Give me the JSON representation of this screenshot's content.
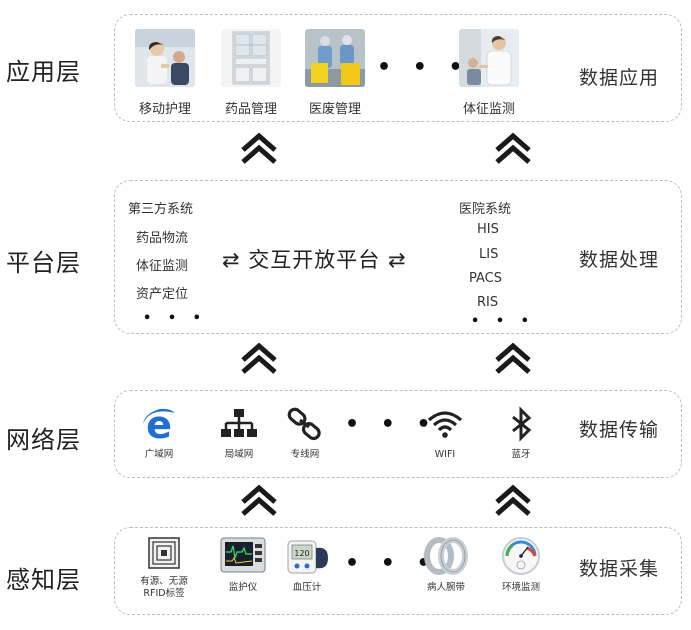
{
  "layers": {
    "application": {
      "title": "应用层",
      "function": "数据应用",
      "items": [
        "移动护理",
        "药品管理",
        "医废管理",
        "体征监测"
      ]
    },
    "platform": {
      "title": "平台层",
      "function": "数据处理",
      "center": "⇄ 交互开放平台 ⇄",
      "left_header": "第三方系统",
      "left_items": [
        "药品物流",
        "体征监测",
        "资产定位"
      ],
      "right_header": "医院系统",
      "right_items": [
        "HIS",
        "LIS",
        "PACS",
        "RIS"
      ]
    },
    "network": {
      "title": "网络层",
      "function": "数据传输",
      "items": [
        "广域网",
        "局域网",
        "专线网",
        "WIFI",
        "蓝牙"
      ]
    },
    "perception": {
      "title": "感知层",
      "function": "数据采集",
      "items": [
        "有源、无源\nRFID标签",
        "监护仪",
        "血压计",
        "病人腕带",
        "环境监测"
      ]
    }
  },
  "colors": {
    "border": "#bdbdbd",
    "text": "#333333",
    "chevron": "#1a1a1a",
    "ie_blue": "#1e6fd0"
  },
  "icons": {
    "application": [
      "nurse-photo",
      "medicine-cabinet-photo",
      "medical-waste-photo",
      "doctor-photo"
    ],
    "network": [
      "ie-icon",
      "lan-icon",
      "link-chain-icon",
      "wifi-icon",
      "bluetooth-icon"
    ],
    "perception": [
      "rfid-tag-icon",
      "patient-monitor-icon",
      "blood-pressure-meter-icon",
      "wristband-icon",
      "hygrometer-icon"
    ]
  }
}
